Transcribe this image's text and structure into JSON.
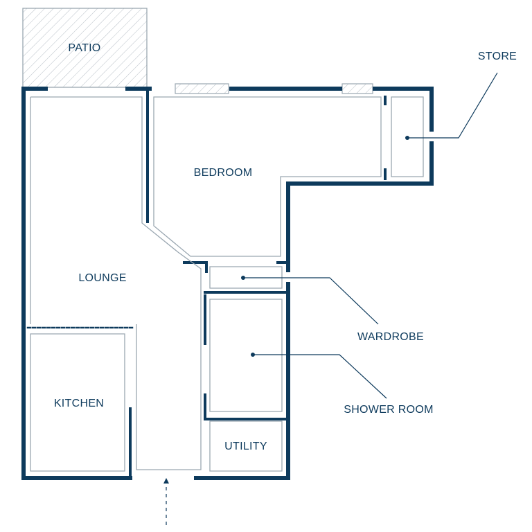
{
  "labels": {
    "patio": "PATIO",
    "store": "STORE",
    "bedroom": "BEDROOM",
    "lounge": "LOUNGE",
    "wardrobe": "WARDROBE",
    "kitchen": "KITCHEN",
    "shower_room": "SHOWER ROOM",
    "utility": "UTILITY"
  },
  "colors": {
    "wall": "#0d3a5c",
    "thin_line": "#9aa7b1",
    "label_text": "#0d3a5c",
    "hatch": "#b7bfc6",
    "leader": "#0d3a5c"
  },
  "icons": {
    "entrance": "dashed-arrow-up-icon"
  }
}
